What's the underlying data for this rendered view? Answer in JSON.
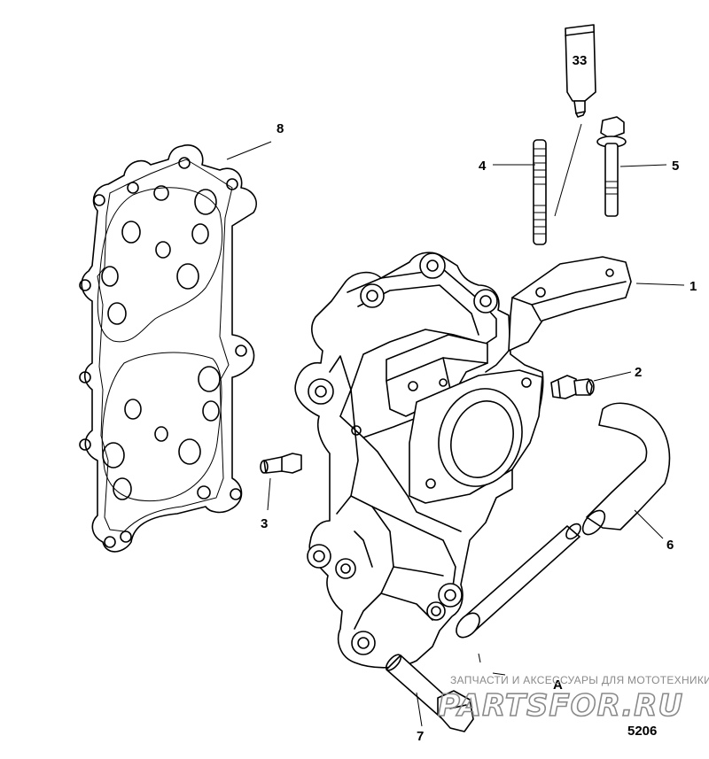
{
  "callouts": [
    {
      "id": "1",
      "text": "1"
    },
    {
      "id": "2",
      "text": "2"
    },
    {
      "id": "3",
      "text": "3"
    },
    {
      "id": "4",
      "text": "4"
    },
    {
      "id": "5",
      "text": "5"
    },
    {
      "id": "6",
      "text": "6"
    },
    {
      "id": "7",
      "text": "7"
    },
    {
      "id": "8",
      "text": "8"
    }
  ],
  "tube_label": "33",
  "figure_number": "5206",
  "ref_letter": "A",
  "watermark": {
    "line1": "ЗАПЧАСТИ И АКСЕССУАРЫ ДЛЯ МОТОТЕХНИКИ",
    "line2": "PARTSFOR.RU",
    "color": "#8a8a8a"
  }
}
